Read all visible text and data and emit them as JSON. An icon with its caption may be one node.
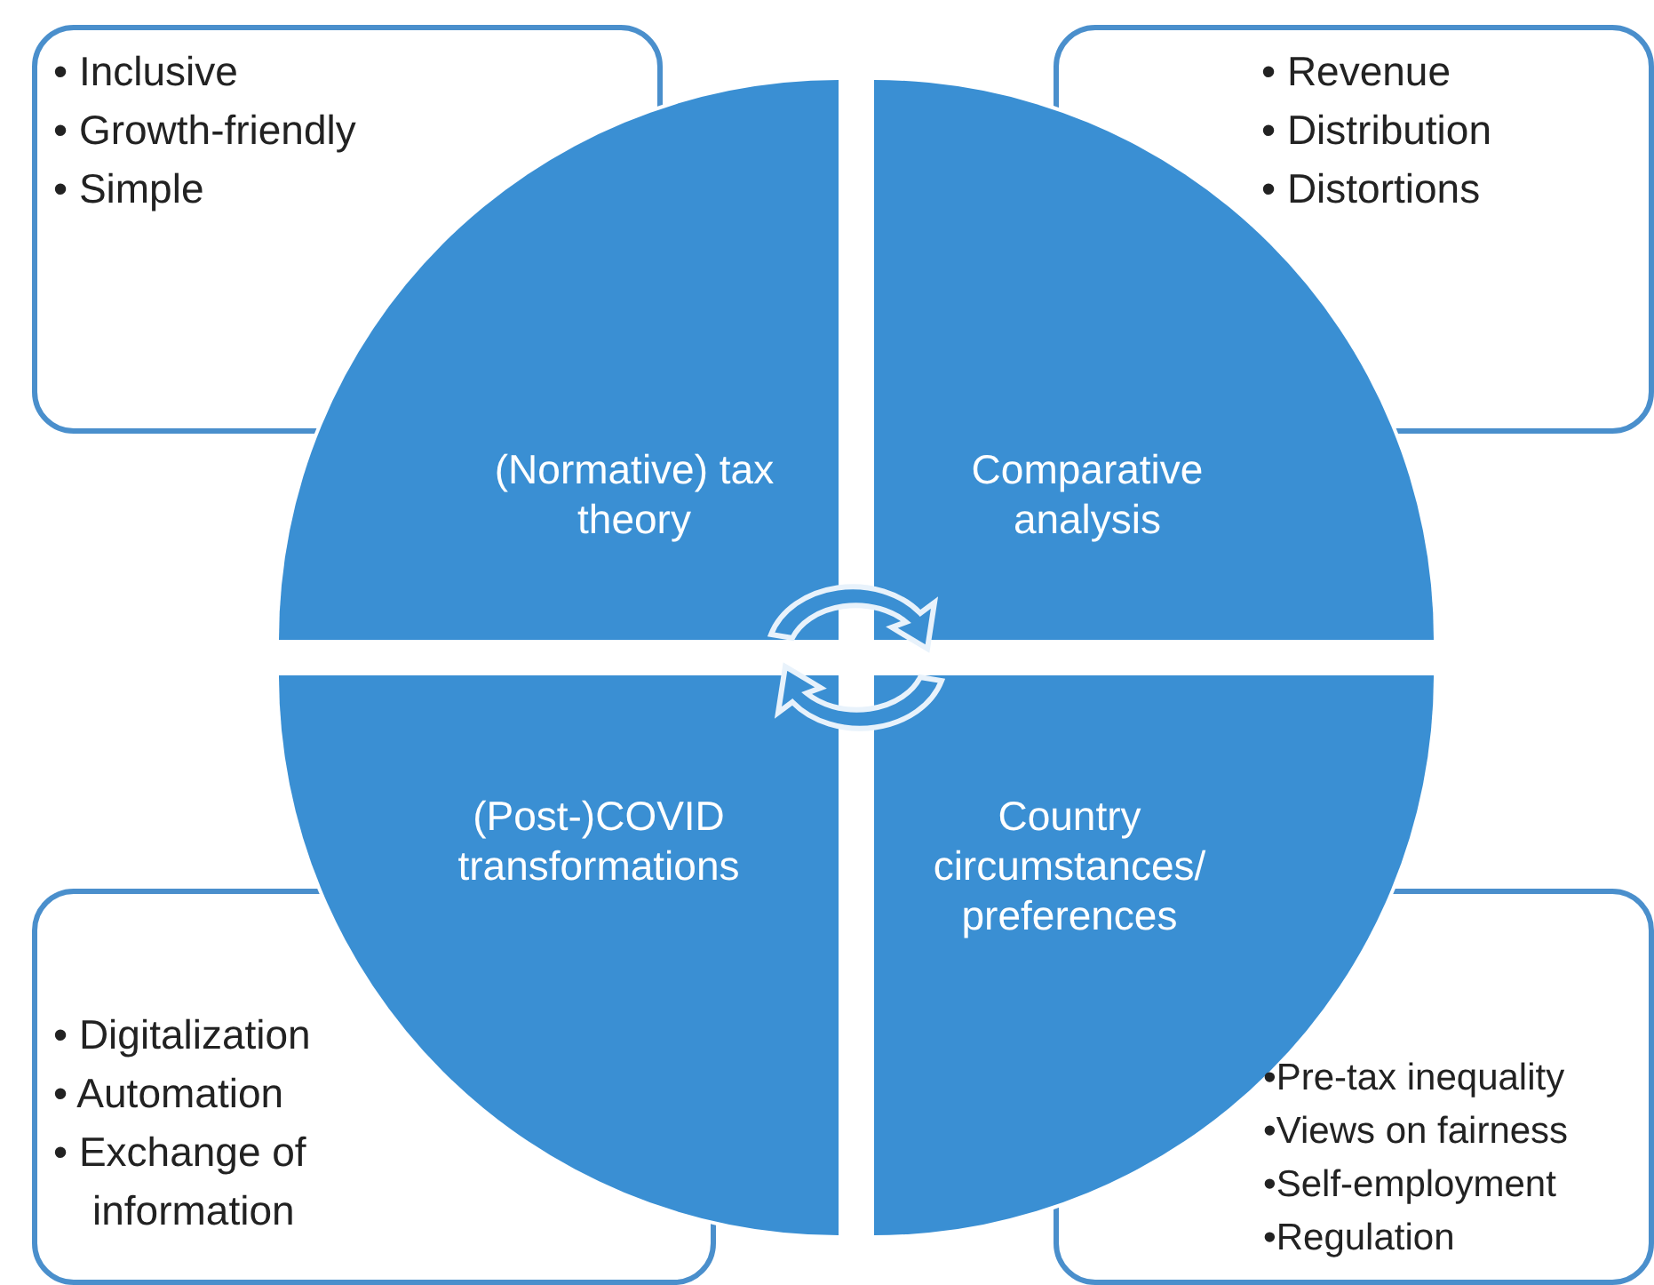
{
  "diagram": {
    "nodes": [
      {
        "text": [
          "• Inclusive",
          "• Growth-friendly",
          "• Simple"
        ]
      },
      {
        "text": [
          "• Revenue",
          "• Distribution",
          "• Distortions"
        ]
      },
      {
        "text": [
          "(Normative) tax theory"
        ]
      },
      {
        "text": [
          "Comparative analysis"
        ]
      },
      {
        "text": [
          "(Post-)COVID transformations"
        ]
      },
      {
        "text": [
          "Country circumstances/ preferences"
        ]
      },
      {
        "text": [
          "• Digitalization",
          "• Automation",
          "• Exchange of information"
        ]
      },
      {
        "text": [
          "•Pre-tax inequality",
          "•Views on fairness",
          "•Self-employment",
          "•Regulation"
        ]
      }
    ],
    "edges": []
  }
}
